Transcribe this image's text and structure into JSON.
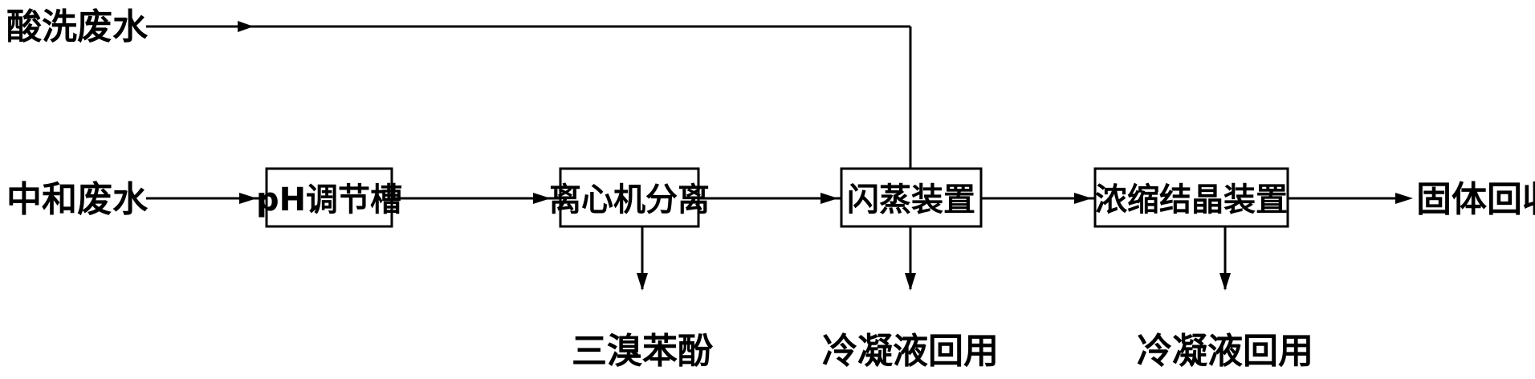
{
  "diagram": {
    "inputs": {
      "acid_wash_wastewater": "酸洗废水",
      "neutralization_wastewater": "中和废水"
    },
    "process_units": {
      "ph_adjustment_tank": "pH调节槽",
      "centrifuge_separation": "离心机分离",
      "flash_evaporation_unit": "闪蒸装置",
      "concentration_crystallization_unit": "浓缩结晶装置"
    },
    "outputs": {
      "solid_recovery": "固体回收",
      "tribromophenol": "三溴苯酚",
      "condensate_reuse_1": "冷凝液回用",
      "condensate_reuse_2": "冷凝液回用"
    }
  },
  "colors": {
    "line": "#000000",
    "box_border": "#000000",
    "background": "#ffffff"
  }
}
